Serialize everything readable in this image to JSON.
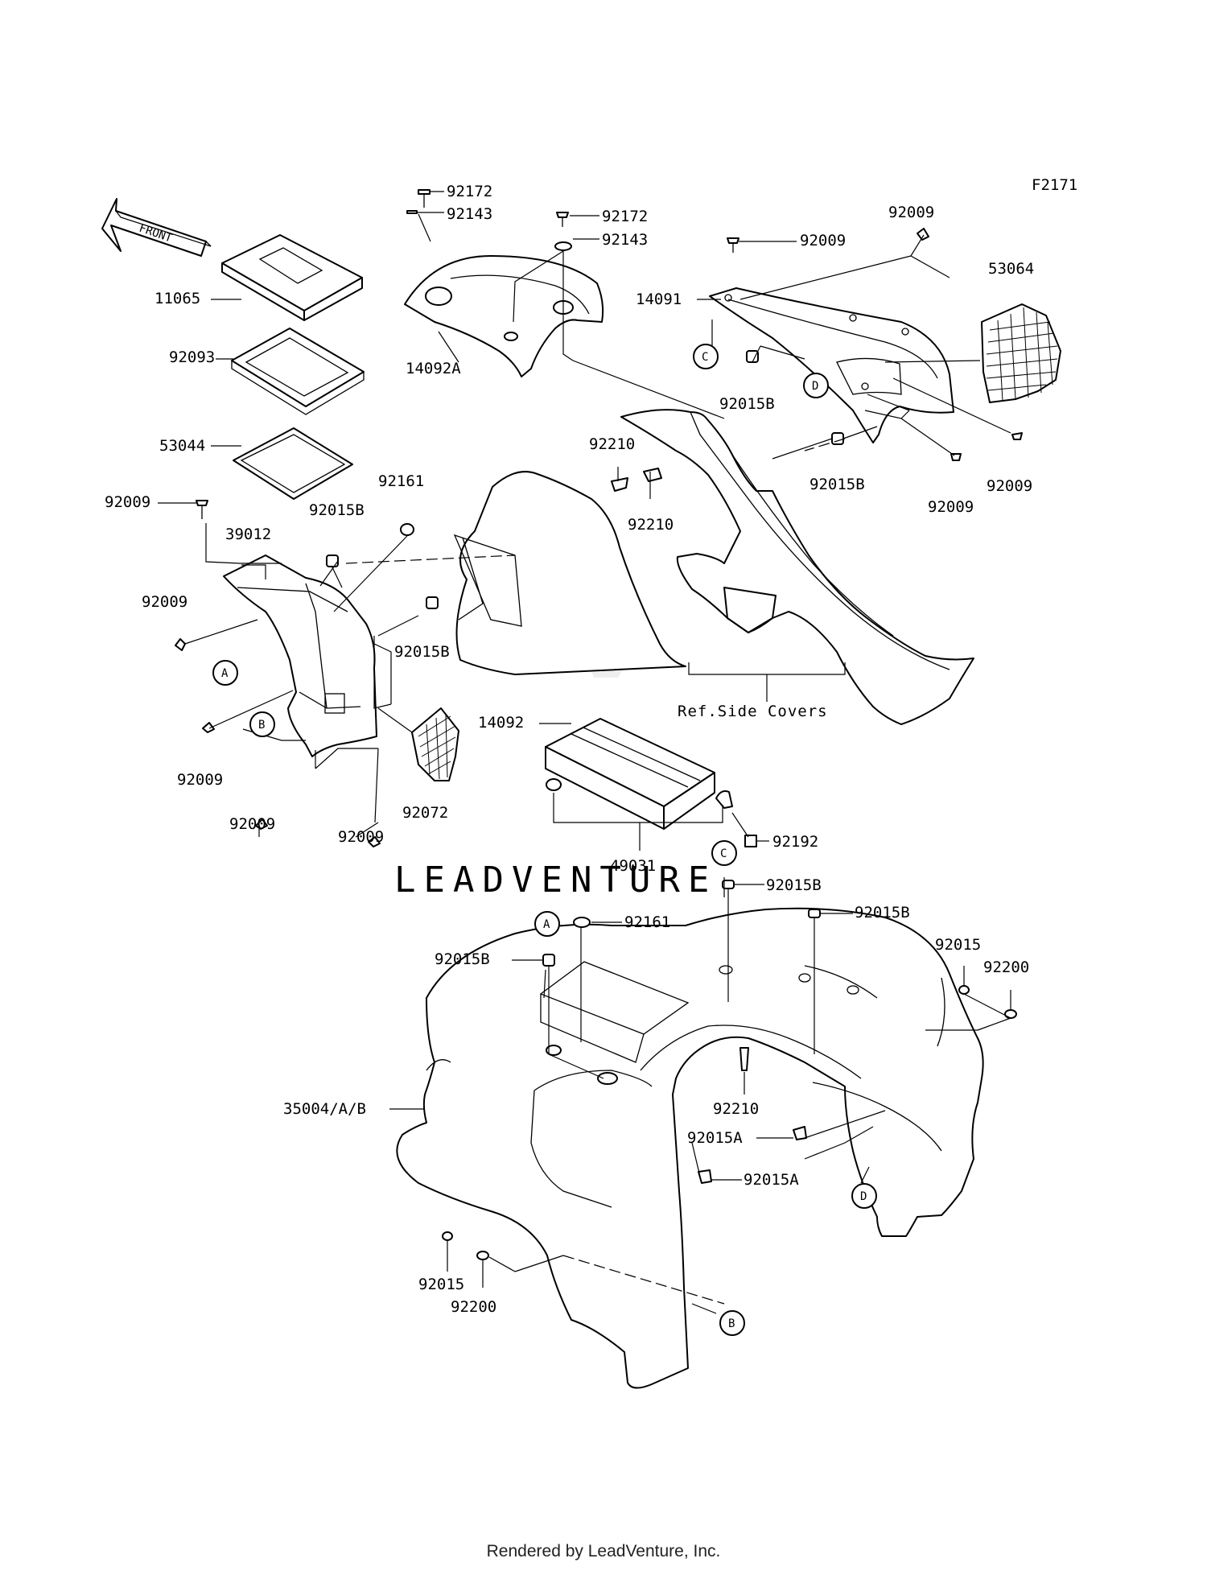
{
  "diagram": {
    "figure_code": "F2171",
    "front_arrow_label": "FRONT",
    "watermark": "LEADVENTURE",
    "reference_note": "Ref.Side Covers",
    "callouts": [
      "A",
      "B",
      "C",
      "D"
    ],
    "part_labels": [
      "92172",
      "92143",
      "92172",
      "92143",
      "14092A",
      "11065",
      "92093",
      "53044",
      "92009",
      "14091",
      "92009",
      "53064",
      "92015B",
      "92015B",
      "92009",
      "92009",
      "92210",
      "92210",
      "92009",
      "39012",
      "92015B",
      "92161",
      "92009",
      "92015B",
      "92009",
      "92009",
      "92009",
      "92072",
      "14092",
      "49031",
      "92192",
      "92015B",
      "92161",
      "92015B",
      "92015B",
      "92015",
      "92200",
      "35004/A/B",
      "92210",
      "92015A",
      "92015A",
      "92015",
      "92200"
    ]
  },
  "footer": {
    "text": "Rendered by LeadVenture, Inc."
  }
}
